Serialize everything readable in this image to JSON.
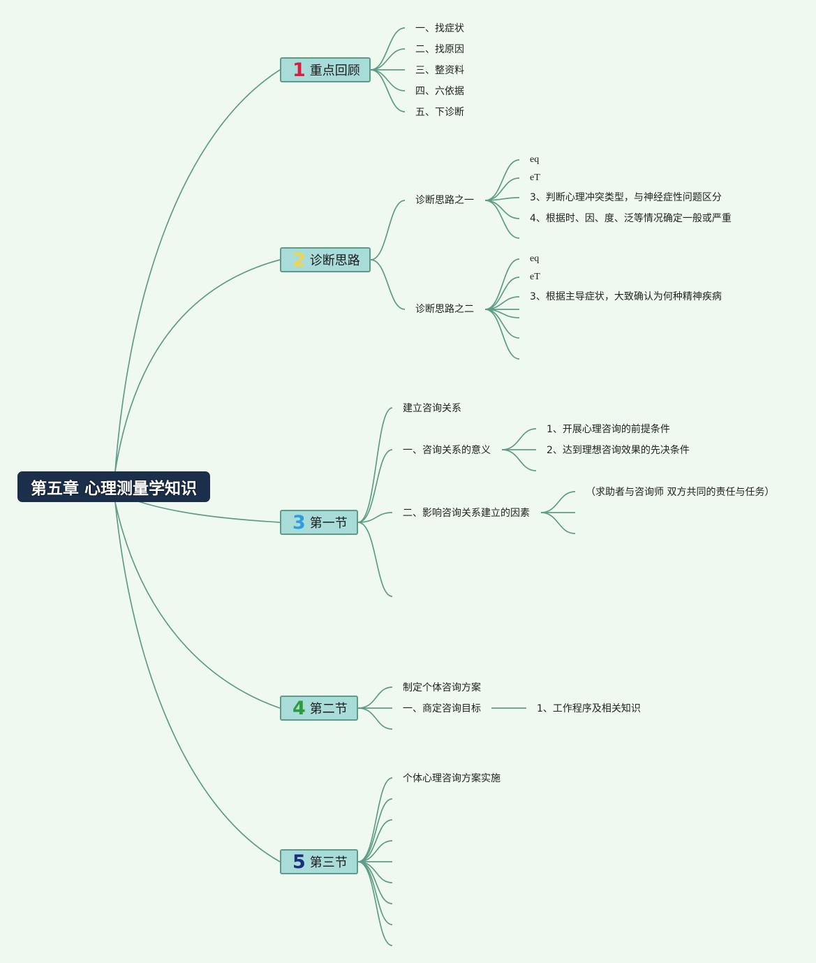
{
  "root": {
    "label": "第五章 心理测量学知识"
  },
  "branch1": {
    "num": "1",
    "num_color": "#d81e3a",
    "label": "重点回顾",
    "items": [
      "一、找症状",
      "二、找原因",
      "三、整资料",
      "四、六依据",
      "五、下诊断"
    ]
  },
  "branch2": {
    "num": "2",
    "num_color": "#f2d54a",
    "label": "诊断思路",
    "sub1": {
      "label": "诊断思路之一",
      "items": [
        "eq",
        "eT",
        "3、判断心理冲突类型，与神经症性问题区分",
        "4、根据时、因、度、泛等情况确定一般或严重"
      ]
    },
    "sub2": {
      "label": "诊断思路之二",
      "items": [
        "eq",
        "eT",
        "3、根据主导症状，大致确认为何种精神疾病"
      ]
    }
  },
  "branch3": {
    "num": "3",
    "num_color": "#2a9ee0",
    "label": "第一节",
    "sub1": {
      "label": "建立咨询关系"
    },
    "sub2": {
      "label": "一、咨询关系的意义",
      "items": [
        "1、开展心理咨询的前提条件",
        "2、达到理想咨询效果的先决条件"
      ]
    },
    "sub3": {
      "label": "二、影响咨询关系建立的因素",
      "items": [
        "（求助者与咨询师 双方共同的责任与任务）"
      ]
    }
  },
  "branch4": {
    "num": "4",
    "num_color": "#2e9b3a",
    "label": "第二节",
    "sub1": {
      "label": "制定个体咨询方案"
    },
    "sub2": {
      "label": "一、商定咨询目标",
      "items": [
        "1、工作程序及相关知识"
      ]
    }
  },
  "branch5": {
    "num": "5",
    "num_color": "#1b2f7c",
    "label": "第三节",
    "sub1": {
      "label": "个体心理咨询方案实施"
    }
  },
  "colors": {
    "line": "#5e9c88",
    "branch_fill": "#a7dcd9",
    "root_fill": "#1c2f4a",
    "background": "#eff9ef"
  }
}
